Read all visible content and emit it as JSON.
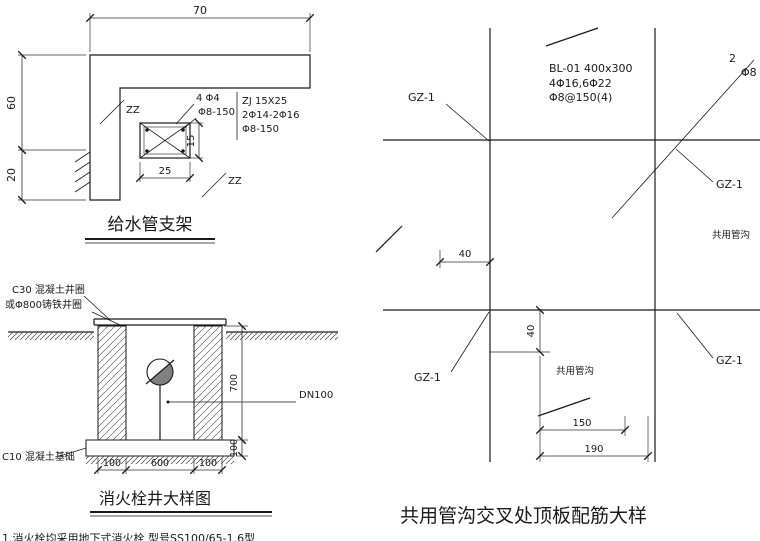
{
  "colors": {
    "ink": "#1a1a1a",
    "background": "#ffffff"
  },
  "pipe_support": {
    "title": "给水管支架",
    "dim_top": "70",
    "dim_left_upper": "60",
    "dim_left_lower": "20",
    "dim_sec_w": "25",
    "dim_sec_h": "15",
    "section_mark_a": "ZZ",
    "section_mark_b": "ZZ",
    "callout_bars": "4 Φ4",
    "callout_stirrup": "Φ8-150",
    "spec_line_1": "ZJ 15X25",
    "spec_line_2": "2Φ14-2Φ16",
    "spec_line_3": "Φ8-150"
  },
  "hydrant_well": {
    "title": "消火栓井大样图",
    "ring_label_1": "C30 混凝土井圈",
    "ring_label_2": "或Φ800铸铁井圈",
    "pipe_label": "DN100",
    "base_label": "C10 混凝土基础",
    "dim_wall_left": "100",
    "dim_inner": "600",
    "dim_wall_right": "100",
    "dim_depth": "700",
    "dim_base": "100",
    "note_1": "1.消火栓均采用地下式消火栓 型号SS100/65-1.6型"
  },
  "trench_detail": {
    "title": "共用管沟交叉处顶板配筋大样",
    "gz_top_left": "GZ-1",
    "gz_right_upper": "GZ-1",
    "gz_bottom_left": "GZ-1",
    "gz_right_lower": "GZ-1",
    "trench_label_right": "共用管沟",
    "trench_label_bottom": "共用管沟",
    "spec_line_1": "BL-01 400x300",
    "spec_line_2": "4Φ16,6Φ22",
    "spec_line_3": "Φ8@150(4)",
    "callout_num": "2",
    "callout_bar": "Φ8",
    "dim_ext_h": "40",
    "dim_ext_v": "40",
    "dim_150": "150",
    "dim_190": "190"
  }
}
